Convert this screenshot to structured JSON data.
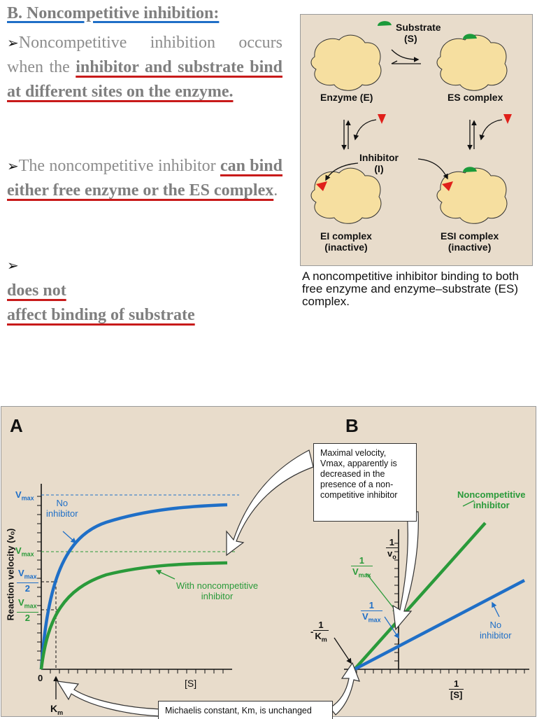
{
  "text": {
    "heading": "B. Noncompetitive inhibition:",
    "bullet_symbol": "➢",
    "p1_plain": "Noncompetitive inhibition occurs when the ",
    "p1_em": "inhibitor and substrate bind at different sites on the enzyme.",
    "p2_plain": "The noncompetitive inhibitor ",
    "p2_em": "can bind either free enzyme or the ES complex",
    "p2_end": ".",
    "p3_em_a": "does not",
    "p3_em_b": "affect binding of substrate"
  },
  "diagram": {
    "substrate": "Substrate",
    "substrate_sym": "(S)",
    "enzyme": "Enzyme (E)",
    "es": "ES complex",
    "inhibitor": "Inhibitor",
    "inhibitor_sym": "(I)",
    "ei": "EI complex",
    "esi": "ESI complex",
    "inactive": "(inactive)",
    "caption": "A noncompetitive inhibitor binding to both free enzyme and enzyme–substrate (ES) complex."
  },
  "graph": {
    "label_a": "A",
    "label_b": "B",
    "ylabel": "Reaction velocity (vₒ)",
    "vmax": "Vmax",
    "vmax_v": "V",
    "vmax_sub": "max",
    "two": "2",
    "one": "1",
    "zero": "0",
    "no": "No",
    "inhibitor": "inhibitor",
    "no_inhibitor": "No inhibitor",
    "with_nc": "With noncompetitive",
    "with_nc2": "inhibitor",
    "s_axis": "[S]",
    "km_k": "K",
    "km_sub": "m",
    "v0_v": "v",
    "v0_sub": "o",
    "neg": "-",
    "nc_label1": "Noncompetitive",
    "nc_label2": "inhibitor",
    "bubble_top": "Maximal velocity, Vmax, apparently is decreased in the presence of a non-competitive inhibitor",
    "bubble_bottom": "Michaelis constant, Km, is unchanged"
  },
  "colors": {
    "blue": "#1f6fc7",
    "green": "#2a9a3a",
    "red": "#c81a1a",
    "panel_bg": "#e8dccb"
  }
}
